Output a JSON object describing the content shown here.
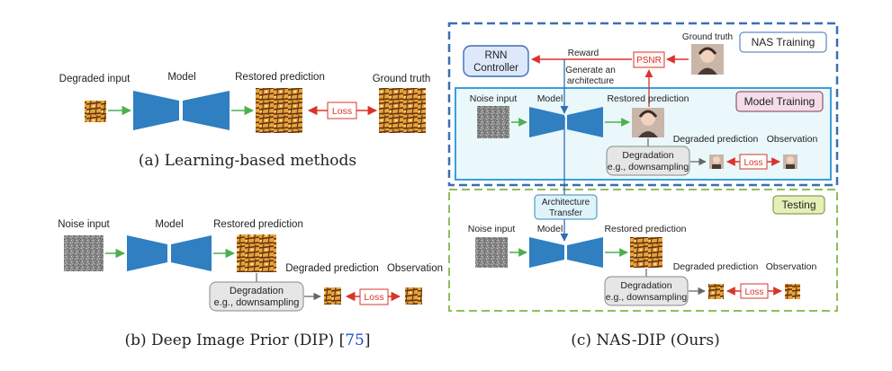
{
  "panel_a": {
    "labels": {
      "degraded_input": "Degraded input",
      "model": "Model",
      "restored_prediction": "Restored prediction",
      "ground_truth": "Ground truth",
      "loss": "Loss"
    },
    "caption": "(a) Learning-based methods"
  },
  "panel_b": {
    "labels": {
      "noise_input": "Noise input",
      "model": "Model",
      "restored_prediction": "Restored prediction",
      "degraded_prediction": "Degraded prediction",
      "observation": "Observation",
      "degradation_line1": "Degradation",
      "degradation_line2": "e.g., downsampling",
      "loss": "Loss"
    },
    "caption_text": "(b) Deep Image Prior (DIP) [",
    "caption_ref": "75",
    "caption_end": "]"
  },
  "panel_c": {
    "nas_training": "NAS Training",
    "model_training": "Model Training",
    "testing": "Testing",
    "rnn_line1": "RNN",
    "rnn_line2": "Controller",
    "reward": "Reward",
    "psnr": "PSNR",
    "generate_line1": "Generate an",
    "generate_line2": "architecture",
    "ground_truth": "Ground truth",
    "top": {
      "noise_input": "Noise input",
      "model": "Model",
      "restored_prediction": "Restored prediction",
      "degraded_prediction": "Degraded prediction",
      "observation": "Observation",
      "degradation_line1": "Degradation",
      "degradation_line2": "e.g., downsampling",
      "loss": "Loss"
    },
    "arch_transfer_line1": "Architecture",
    "arch_transfer_line2": "Transfer",
    "bottom": {
      "noise_input": "Noise input",
      "model": "Model",
      "restored_prediction": "Restored prediction",
      "degraded_prediction": "Degraded prediction",
      "observation": "Observation",
      "degradation_line1": "Degradation",
      "degradation_line2": "e.g., downsampling",
      "loss": "Loss"
    },
    "caption": "(c) NAS-DIP (Ours)"
  },
  "colors": {
    "model_blue": "#2f7fc1",
    "arrow_green": "#4caf50",
    "loss_red": "#d9342b",
    "nas_border": "#3a6fb5",
    "model_training_border": "#3aa0d8",
    "testing_border": "#8fbf5a",
    "rnn_fill": "#dde8fb",
    "model_training_tag": "#f4dde6",
    "testing_tag": "#e4f0b8",
    "arch_transfer_fill": "#dff3fb",
    "ref_blue": "#1a4fd6"
  }
}
